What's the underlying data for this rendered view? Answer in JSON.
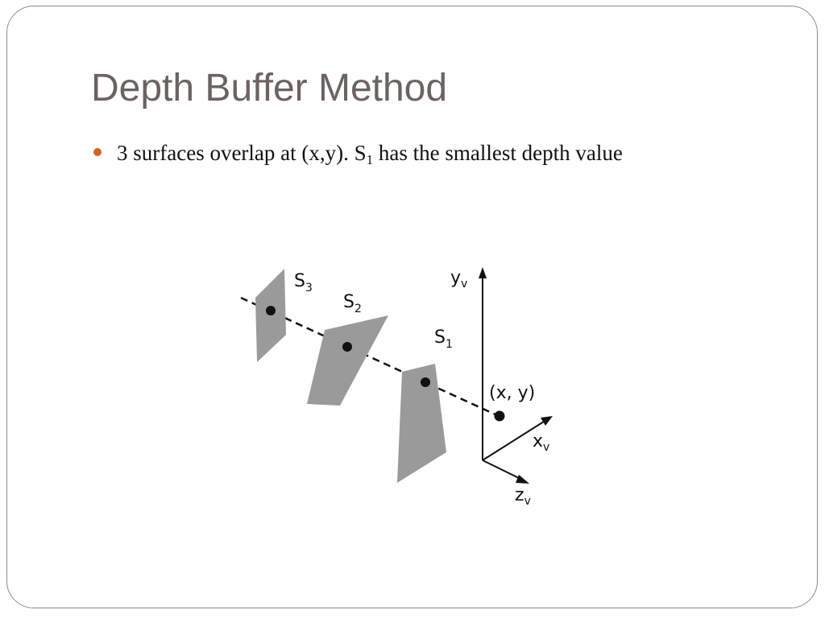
{
  "slide": {
    "title": "Depth Buffer Method",
    "bullet": {
      "prefix": "3 surfaces overlap at (x,y). S",
      "subscript": "1",
      "suffix": " has the smallest depth value"
    }
  },
  "diagram": {
    "surfaces": [
      {
        "letter": "S",
        "index": "3"
      },
      {
        "letter": "S",
        "index": "2"
      },
      {
        "letter": "S",
        "index": "1"
      }
    ],
    "point_label": "(x, y)",
    "axes": {
      "y": {
        "letter": "y",
        "sub": "v"
      },
      "x": {
        "letter": "x",
        "sub": "v"
      },
      "z": {
        "letter": "z",
        "sub": "v"
      }
    },
    "colors": {
      "surface_fill": "#9a9a9a",
      "ink": "#111111",
      "bullet": "#d2612b",
      "title": "#6b6361"
    }
  }
}
